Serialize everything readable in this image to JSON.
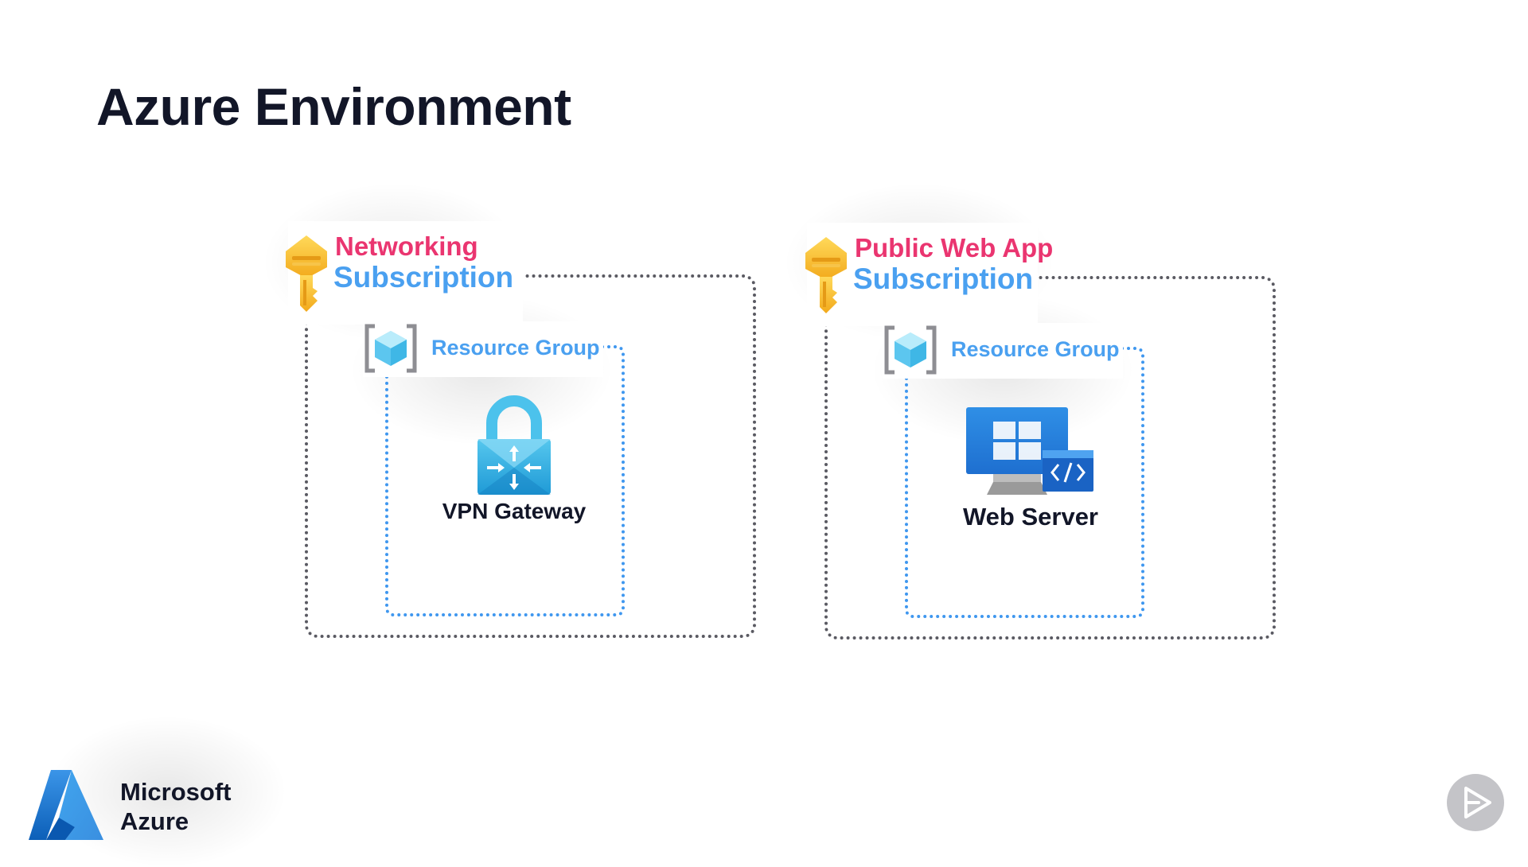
{
  "page": {
    "title": "Azure Environment"
  },
  "subscriptions": [
    {
      "name": "Networking",
      "label": "Subscription",
      "icon": "key-icon",
      "resource_group": {
        "label": "Resource Group",
        "icon": "resource-group-icon",
        "resource": {
          "label": "VPN Gateway",
          "icon": "vpn-gateway-icon"
        }
      }
    },
    {
      "name": "Public Web App",
      "label": "Subscription",
      "icon": "key-icon",
      "resource_group": {
        "label": "Resource Group",
        "icon": "resource-group-icon",
        "resource": {
          "label": "Web Server",
          "icon": "web-server-icon"
        }
      }
    }
  ],
  "brand": {
    "line1": "Microsoft",
    "line2": "Azure",
    "icon": "azure-logo-icon"
  },
  "controls": {
    "play_icon": "play-icon"
  },
  "colors": {
    "title": "#121628",
    "subscription_name": "#ea3570",
    "subscription_word": "#4aa0f0",
    "subscription_border": "#5a5a62",
    "resource_group_border": "#3f97ef"
  }
}
